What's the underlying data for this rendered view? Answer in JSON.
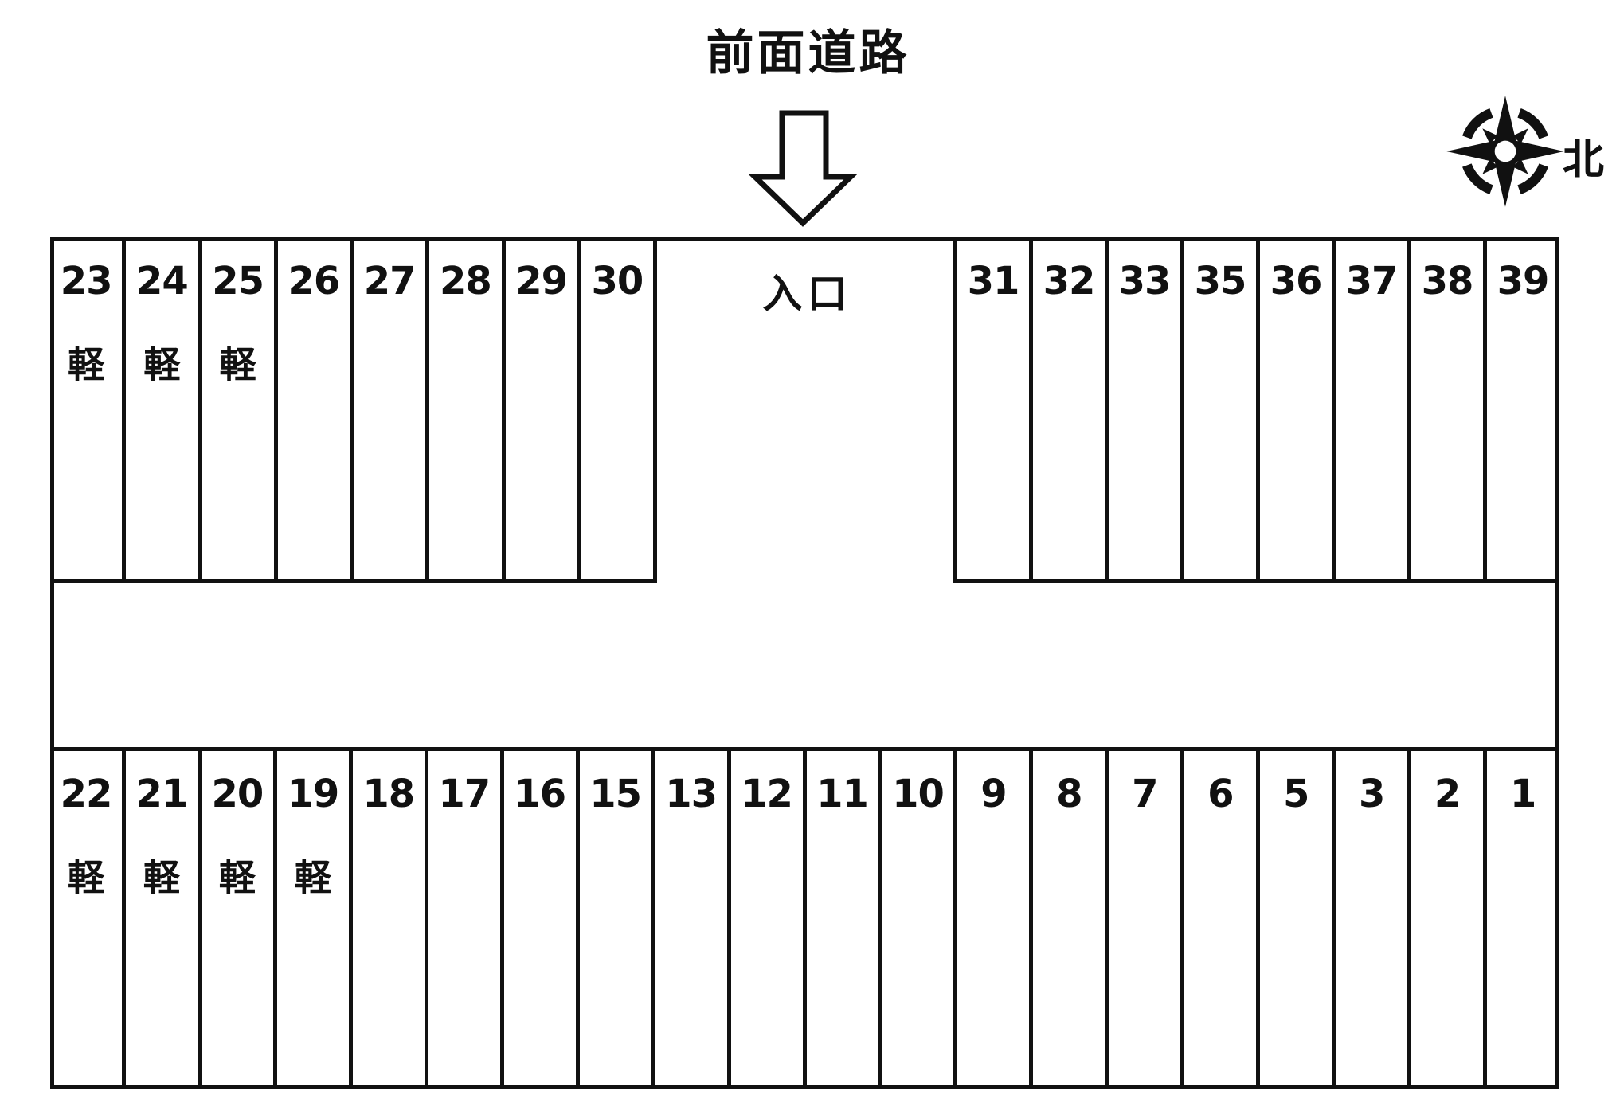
{
  "page": {
    "background": "#ffffff",
    "line_color": "#111111"
  },
  "header": {
    "road_label": "前面道路"
  },
  "compass": {
    "north_label": "北"
  },
  "entrance": {
    "label": "入口"
  },
  "legend": {
    "kei_tag": "軽"
  },
  "parking": {
    "top_row_left": [
      {
        "number": "23",
        "tag": "軽"
      },
      {
        "number": "24",
        "tag": "軽"
      },
      {
        "number": "25",
        "tag": "軽"
      },
      {
        "number": "26",
        "tag": ""
      },
      {
        "number": "27",
        "tag": ""
      },
      {
        "number": "28",
        "tag": ""
      },
      {
        "number": "29",
        "tag": ""
      },
      {
        "number": "30",
        "tag": ""
      }
    ],
    "top_row_right": [
      {
        "number": "31",
        "tag": ""
      },
      {
        "number": "32",
        "tag": ""
      },
      {
        "number": "33",
        "tag": ""
      },
      {
        "number": "35",
        "tag": ""
      },
      {
        "number": "36",
        "tag": ""
      },
      {
        "number": "37",
        "tag": ""
      },
      {
        "number": "38",
        "tag": ""
      },
      {
        "number": "39",
        "tag": ""
      }
    ],
    "bottom_row": [
      {
        "number": "22",
        "tag": "軽"
      },
      {
        "number": "21",
        "tag": "軽"
      },
      {
        "number": "20",
        "tag": "軽"
      },
      {
        "number": "19",
        "tag": "軽"
      },
      {
        "number": "18",
        "tag": ""
      },
      {
        "number": "17",
        "tag": ""
      },
      {
        "number": "16",
        "tag": ""
      },
      {
        "number": "15",
        "tag": ""
      },
      {
        "number": "13",
        "tag": ""
      },
      {
        "number": "12",
        "tag": ""
      },
      {
        "number": "11",
        "tag": ""
      },
      {
        "number": "10",
        "tag": ""
      },
      {
        "number": "9",
        "tag": ""
      },
      {
        "number": "8",
        "tag": ""
      },
      {
        "number": "7",
        "tag": ""
      },
      {
        "number": "6",
        "tag": ""
      },
      {
        "number": "5",
        "tag": ""
      },
      {
        "number": "3",
        "tag": ""
      },
      {
        "number": "2",
        "tag": ""
      },
      {
        "number": "1",
        "tag": ""
      }
    ]
  }
}
